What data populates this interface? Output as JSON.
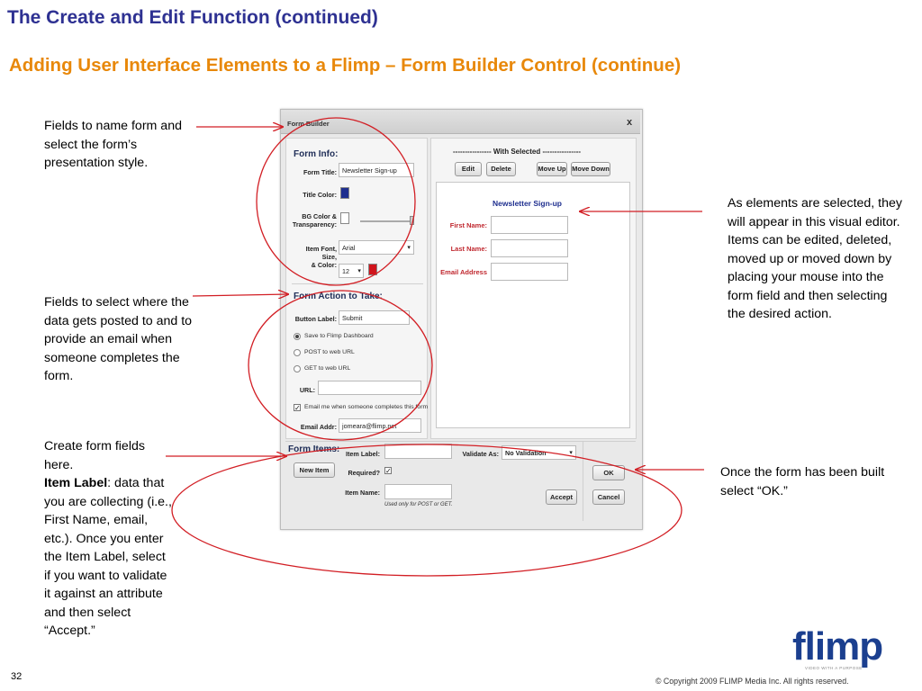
{
  "slide": {
    "title": "The Create and Edit Function (continued)",
    "subtitle": "Adding User Interface Elements to a Flimp – Form Builder Control (continue)",
    "page_number": "32",
    "copyright": "© Copyright 2009 FLIMP Media Inc.  All rights reserved.",
    "logo_text": "flimp",
    "logo_tagline": "VIDEO WITH A PURPOSE"
  },
  "notes": {
    "fields_name": "Fields to name form and select the form’s presentation style.",
    "fields_post": "Fields to select where the data gets posted to and to provide an email when someone completes the form.",
    "create_intro": "Create form fields here.",
    "create_bold": "Item Label",
    "create_rest": ":  data that you are collecting (i.e., First Name, email, etc.).  Once you enter the Item Label, select if you want to validate it against an attribute and then select “Accept.”",
    "visual_editor": "As elements are selected, they will appear in this visual editor. Items can be edited, deleted, moved up or moved down by placing your mouse into the form field and then selecting the desired action.",
    "ok_note": "Once the form has been built select “OK.”"
  },
  "dialog": {
    "title": "Form Builder",
    "close": "x",
    "form_info": {
      "heading": "Form Info:",
      "form_title_label": "Form Title:",
      "form_title_value": "Newsletter Sign-up",
      "title_color_label": "Title Color:",
      "bg_label_1": "BG Color &",
      "bg_label_2": "Transparency:",
      "font_label_1": "Item Font,",
      "font_label_2": "Size,",
      "font_label_3": "& Color:",
      "font_value": "Arial",
      "size_value": "12",
      "title_color": "#1f2f8f",
      "item_color": "#d0141c"
    },
    "form_action": {
      "heading": "Form Action to Take:",
      "button_label": "Button Label:",
      "button_value": "Submit",
      "opt_dashboard": "Save to Flimp Dashboard",
      "opt_post": "POST to web URL",
      "opt_get": "GET to web URL",
      "url_label": "URL:",
      "email_check_label": "Email me when someone completes this form",
      "email_label": "Email Addr:",
      "email_value": "jomeara@flimp.net"
    },
    "with_selected": {
      "heading": "---------------- With Selected ----------------",
      "edit": "Edit",
      "delete": "Delete",
      "move_up": "Move Up",
      "move_down": "Move Down"
    },
    "preview": {
      "title": "Newsletter Sign-up",
      "first_name": "First Name:",
      "last_name": "Last Name:",
      "email": "Email Address"
    },
    "form_items": {
      "heading": "Form Items:",
      "new_item": "New Item",
      "item_label": "Item Label:",
      "required": "Required?",
      "item_name": "Item Name:",
      "hint": "Used only for POST or GET.",
      "validate_label": "Validate As:",
      "validate_value": "No Validation",
      "accept": "Accept",
      "ok": "OK",
      "cancel": "Cancel"
    }
  }
}
